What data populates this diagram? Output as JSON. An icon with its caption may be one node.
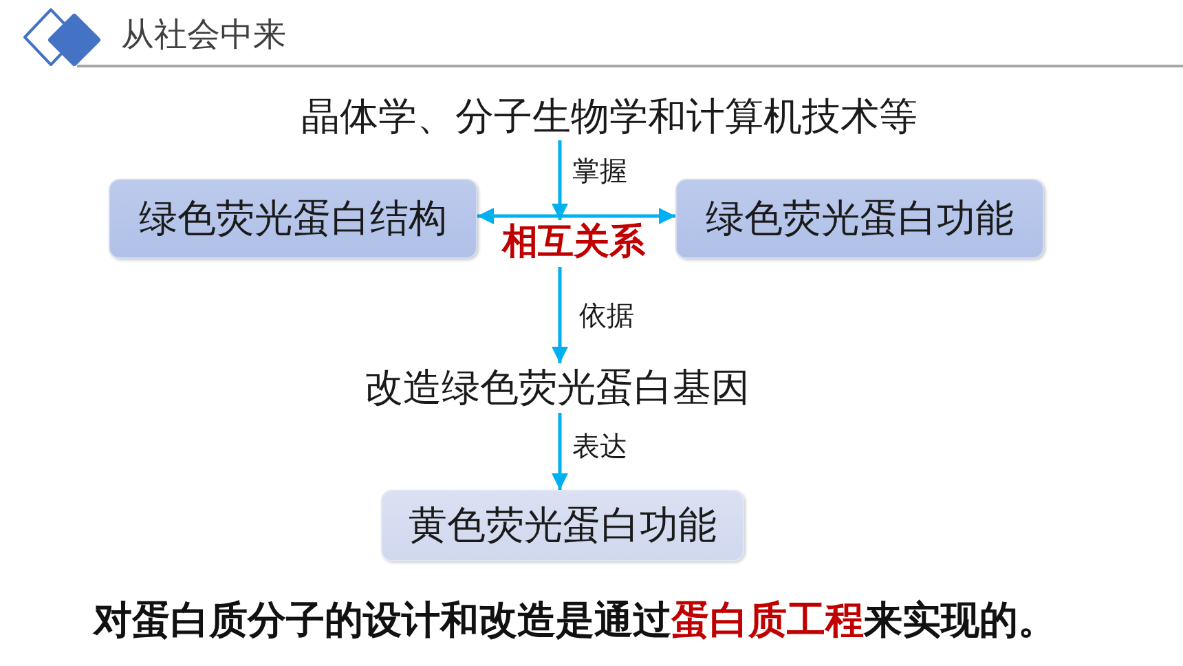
{
  "diagram": {
    "title": "从社会中来",
    "nodes": [
      {
        "text": [
          "晶体学、分子生物学和计算机技术等"
        ]
      },
      {
        "text": [
          "绿色荧光蛋白结构"
        ]
      },
      {
        "text": [
          "相互关系"
        ]
      },
      {
        "text": [
          "绿色荧光蛋白功能"
        ]
      },
      {
        "text": [
          "改造绿色荧光蛋白基因"
        ]
      },
      {
        "text": [
          "黄色荧光蛋白功能"
        ]
      }
    ],
    "edges": [
      {
        "from": 0,
        "to": 2,
        "arrow": "to",
        "label": "掌握"
      },
      {
        "from": 1,
        "to": 3,
        "arrow": "both"
      },
      {
        "from": 2,
        "to": 4,
        "arrow": "to",
        "label": "依据"
      },
      {
        "from": 4,
        "to": 5,
        "arrow": "to",
        "label": "表达"
      }
    ],
    "caption": "对蛋白质分子的设计和改造是通过**蛋白质工程**来实现的。"
  }
}
